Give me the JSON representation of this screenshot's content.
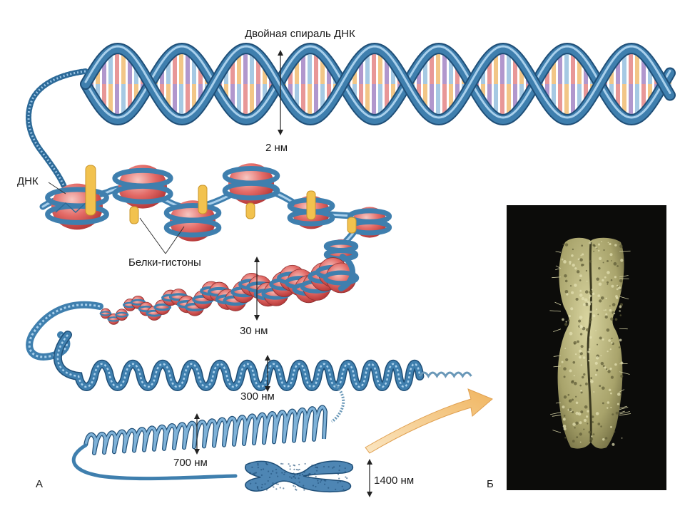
{
  "diagram": {
    "labels": {
      "double_helix": "Двойная спираль ДНК",
      "helix_width": "2 нм",
      "dna": "ДНК",
      "histones": "Белки-гистоны",
      "fiber_30": "30 нм",
      "fiber_300": "300 нм",
      "fiber_700": "700 нм",
      "chromosome_1400": "1400 нм",
      "panel_a": "А",
      "panel_b": "Б"
    },
    "colors": {
      "strand": "#3f7fae",
      "strand_dark": "#1f4f78",
      "base_pink": "#e58c8c",
      "base_yellow": "#f1c07a",
      "base_violet": "#a98cc8",
      "base_blue": "#9cc3e0",
      "histone": "#e36a66",
      "linker_protein": "#f2c24e",
      "arrow": "#f3c27a",
      "photo_bg": "#0c0c0a",
      "chromosome_photo": "#b7b27a"
    }
  }
}
